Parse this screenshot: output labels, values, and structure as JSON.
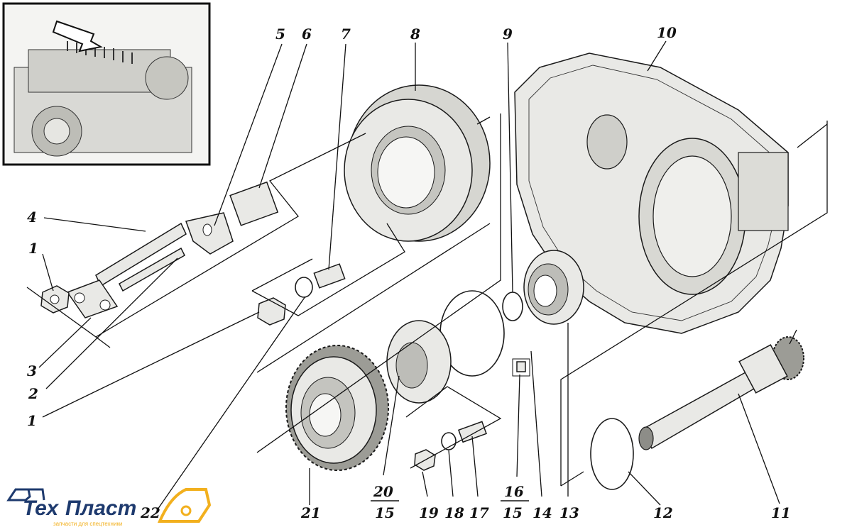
{
  "callouts": [
    {
      "id": "n5",
      "text": "5"
    },
    {
      "id": "n6",
      "text": "6"
    },
    {
      "id": "n7",
      "text": "7"
    },
    {
      "id": "n8",
      "text": "8"
    },
    {
      "id": "n9",
      "text": "9"
    },
    {
      "id": "n10",
      "text": "10"
    },
    {
      "id": "n4",
      "text": "4"
    },
    {
      "id": "n1a",
      "text": "1"
    },
    {
      "id": "n3",
      "text": "3"
    },
    {
      "id": "n2",
      "text": "2"
    },
    {
      "id": "n1b",
      "text": "1"
    },
    {
      "id": "n22",
      "text": "22"
    },
    {
      "id": "n21",
      "text": "21"
    },
    {
      "id": "n20",
      "text": "20"
    },
    {
      "id": "n15a",
      "text": "15"
    },
    {
      "id": "n19",
      "text": "19"
    },
    {
      "id": "n18",
      "text": "18"
    },
    {
      "id": "n17",
      "text": "17"
    },
    {
      "id": "n16",
      "text": "16"
    },
    {
      "id": "n15b",
      "text": "15"
    },
    {
      "id": "n14",
      "text": "14"
    },
    {
      "id": "n13",
      "text": "13"
    },
    {
      "id": "n12",
      "text": "12"
    },
    {
      "id": "n11",
      "text": "11"
    }
  ],
  "logo": {
    "brand_part1": "Тех",
    "brand_part2": "Пласт",
    "tagline": "запчасти для спецтехники",
    "color_dark": "#1e3a6e",
    "color_accent": "#f2b01e"
  },
  "colors": {
    "ink": "#111111",
    "background": "#ffffff"
  }
}
